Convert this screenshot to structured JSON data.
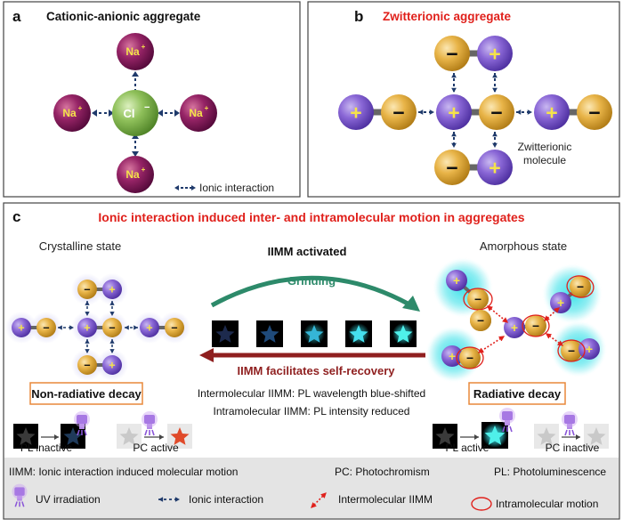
{
  "panel_a": {
    "letter": "a",
    "title": "Cationic-anionic aggregate",
    "center_ion": "Cl",
    "center_charge": "−",
    "outer_ion": "Na",
    "outer_charge": "+",
    "legend_ionic": "Ionic interaction"
  },
  "panel_b": {
    "letter": "b",
    "title": "Zwitterionic aggregate",
    "plus": "+",
    "minus": "−",
    "molecule_label_1": "Zwitterionic",
    "molecule_label_2": "molecule"
  },
  "panel_c": {
    "letter": "c",
    "title": "Ionic interaction induced inter- and intramolecular motion in aggregates",
    "crystalline_label": "Crystalline state",
    "amorphous_label": "Amorphous state",
    "activated_label": "IIMM activated",
    "grinding_label": "Grinding",
    "recovery_label": "IIMM facilitates self-recovery",
    "inter_note": "Intermolecular IIMM: PL wavelength blue-shifted",
    "intra_note": "Intramolecular IIMM: PL intensity reduced",
    "nonradiative_label": "Non-radiative decay",
    "radiative_label": "Radiative decay",
    "pl_inactive": "PL inactive",
    "pc_active": "PC active",
    "pl_active": "PL active",
    "pc_inactive": "PC inactive"
  },
  "legend": {
    "iimm_def": "IIMM: Ionic interaction induced molecular motion",
    "pc_def": "PC: Photochromism",
    "pl_def": "PL: Photoluminescence",
    "uv": "UV irradiation",
    "ionic": "Ionic interaction",
    "inter": "Intermolecular IIMM",
    "intra": "Intramolecular motion"
  },
  "colors": {
    "title_red": "#e0201b",
    "purple_sphere": "#7b55c7",
    "orange_sphere": "#e0a83a",
    "green_sphere": "#7fb04d",
    "na_sphere": "#8b1c5a",
    "dark_blue": "#1f3a6b",
    "grind_green": "#2d8a6a",
    "recover_red": "#8f1f1f",
    "glow": "#35e0e8",
    "nonrad_border": "#e8883a",
    "legend_bg": "#e4e4e4"
  }
}
